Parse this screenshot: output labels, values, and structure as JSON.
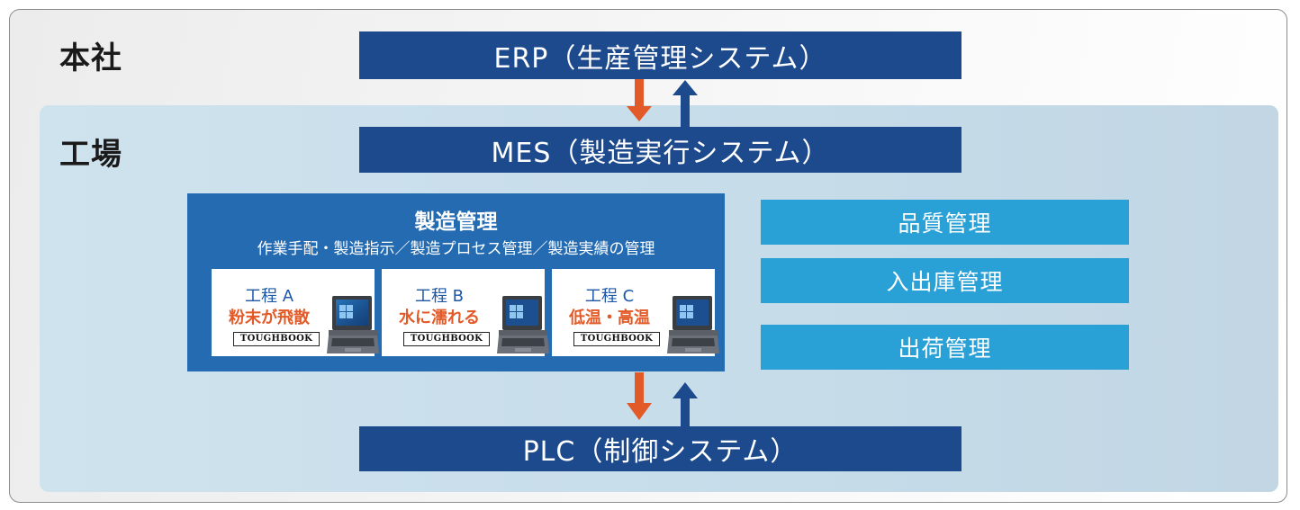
{
  "sites": {
    "headquarters": "本社",
    "factory": "工場"
  },
  "systems": {
    "erp": "ERP（生産管理システム）",
    "mes": "MES（製造実行システム）",
    "plc": "PLC（制御システム）"
  },
  "manufacturing": {
    "title": "製造管理",
    "subtitle": "作業手配・製造指示／製造プロセス管理／製造実績の管理",
    "processes": [
      {
        "name": "工程 A",
        "condition": "粉末が飛散",
        "brand": "TOUGHBOOK"
      },
      {
        "name": "工程 B",
        "condition": "水に濡れる",
        "brand": "TOUGHBOOK"
      },
      {
        "name": "工程 C",
        "condition": "低温・高温",
        "brand": "TOUGHBOOK"
      }
    ]
  },
  "other_management": [
    "品質管理",
    "入出庫管理",
    "出荷管理"
  ],
  "colors": {
    "navy": "#1d4a8c",
    "process_blue": "#246bb1",
    "cyan": "#29a0d6",
    "arrow_down": "#e25a28",
    "arrow_up": "#1d4a8c",
    "factory_bg": "#c8dde9"
  }
}
